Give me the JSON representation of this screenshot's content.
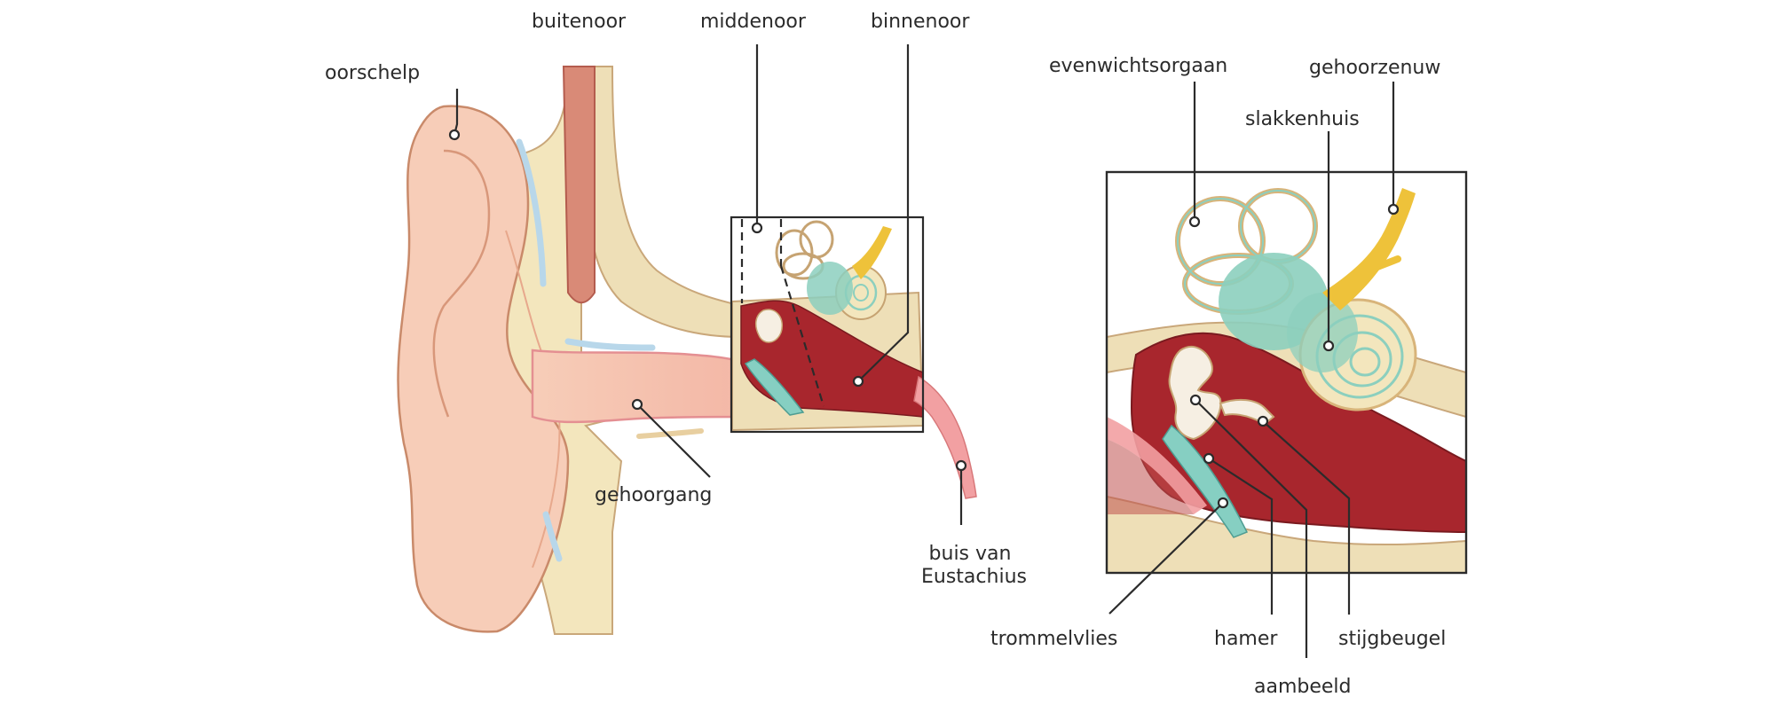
{
  "labels": {
    "buitenoor": "buitenoor",
    "middenoor": "middenoor",
    "binnenoor": "binnenoor",
    "oorschelp": "oorschelp",
    "gehoorgang": "gehoorgang",
    "buis_van_eustachius_line1": "buis van",
    "buis_van_eustachius_line2": "Eustachius",
    "evenwichtsorgaan": "evenwichtsorgaan",
    "gehoorzenuw": "gehoorzenuw",
    "slakkenhuis": "slakkenhuis",
    "trommelvlies": "trommelvlies",
    "hamer": "hamer",
    "stijgbeugel": "stijgbeugel",
    "aambeeld": "aambeeld"
  },
  "colors": {
    "skin": "#f7cdb8",
    "skin_outline": "#c98a6a",
    "cartilage": "#f3e6bd",
    "bone": "#eedfb7",
    "canal_pink": "#f2a0a2",
    "cavity_red": "#a8262d",
    "ossicle": "#f6efe3",
    "membrane_teal": "#86cfc2",
    "cochlea_teal": "#8ccfbe",
    "nerve_yellow": "#eec23a",
    "accent_blue": "#b8d7ea"
  }
}
